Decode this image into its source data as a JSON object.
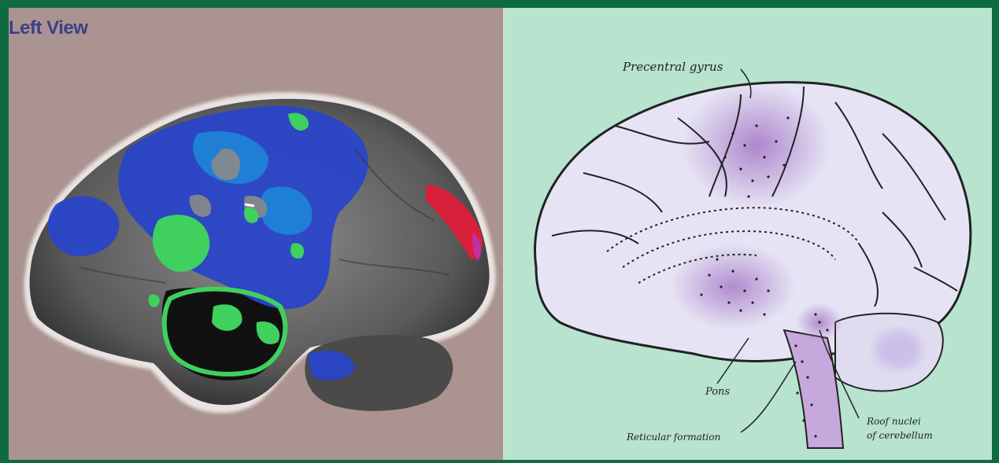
{
  "left_panel": {
    "view_label": "Left View",
    "image": "fMRI brain scan, left hemisphere lateral view",
    "colors": {
      "background": "#aa9390",
      "activation_blue": "#2340c8",
      "activation_green": "#3ccc5a",
      "activation_red": "#d8203a"
    }
  },
  "right_panel": {
    "image": "Drawing of brain, midsagittal view",
    "labels": {
      "precentral": "Precentral gyrus",
      "pons": "Pons",
      "reticular": "Reticular formation",
      "roof_line1": "Roof nuclei",
      "roof_line2": "of cerebellum"
    },
    "colors": {
      "background": "#b7e3cf",
      "brain_fill": "#e6e4f4",
      "highlight": "#a77cc8"
    }
  },
  "frame": {
    "color": "#0f6b42"
  }
}
